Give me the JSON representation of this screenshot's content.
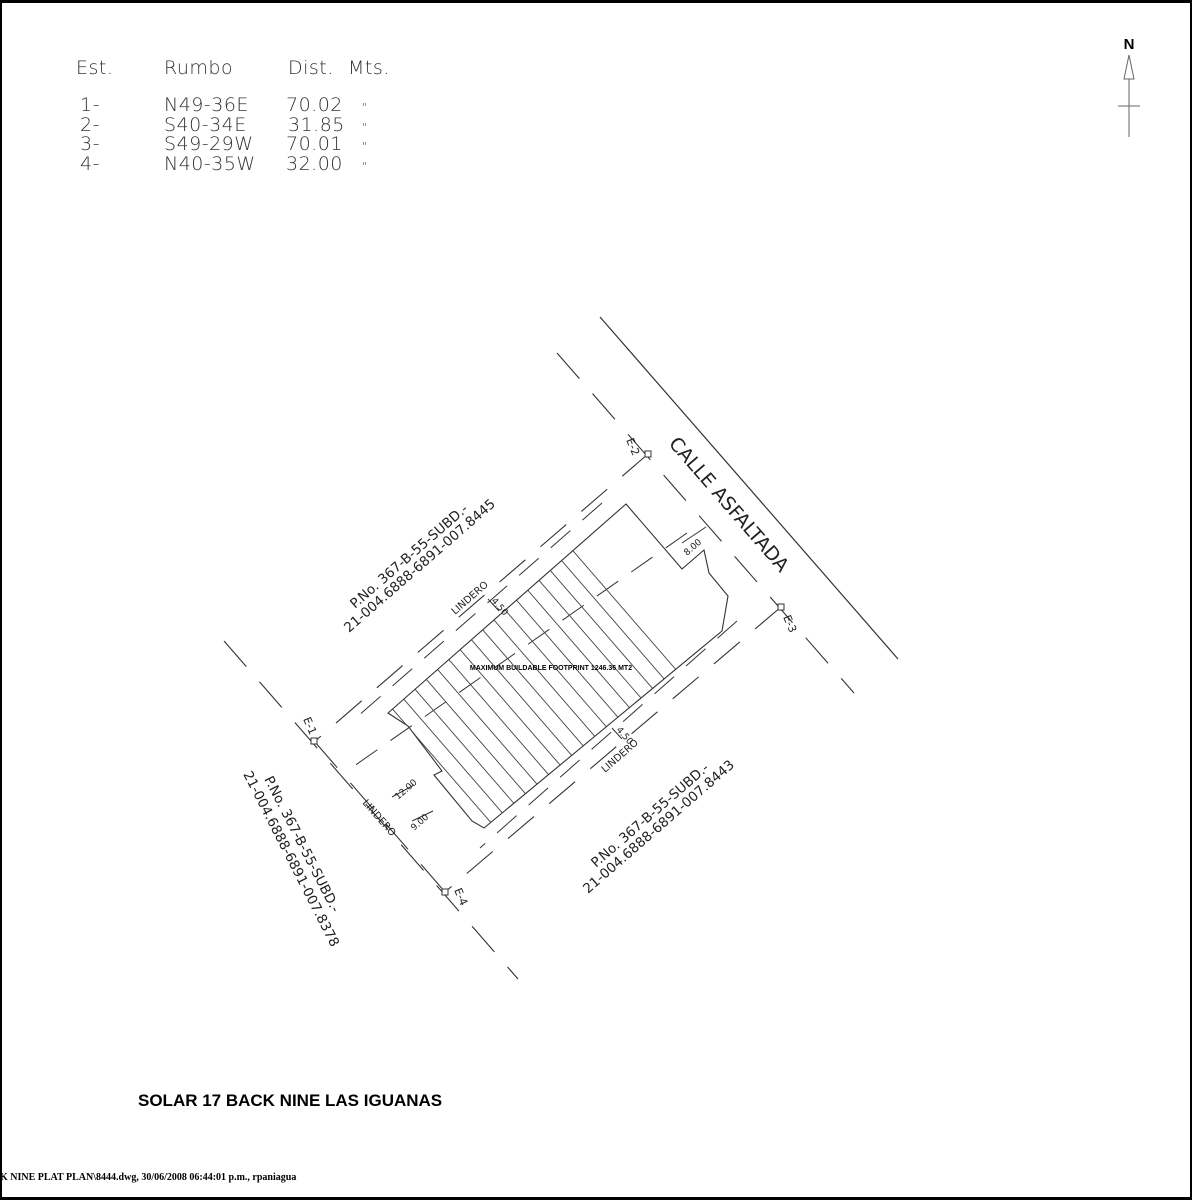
{
  "table": {
    "headers": [
      "Est.",
      "Rumbo",
      "Dist.",
      "Mts."
    ],
    "rows": [
      {
        "est": "1-",
        "rumbo": "N49-36E",
        "dist": "70.02",
        "mark": "\""
      },
      {
        "est": "2-",
        "rumbo": "S40-34E",
        "dist": "31.85",
        "mark": "\""
      },
      {
        "est": "3-",
        "rumbo": "S49-29W",
        "dist": "70.01",
        "mark": "\""
      },
      {
        "est": "4-",
        "rumbo": "N40-35W",
        "dist": "32.00",
        "mark": "\""
      }
    ]
  },
  "north_arrow": {
    "label": "N"
  },
  "street": {
    "name": "CALLE ASFALTADA"
  },
  "stations": {
    "e1": "E-1",
    "e2": "E-2",
    "e3": "E-3",
    "e4": "E-4"
  },
  "neighbors": {
    "nw": {
      "line1": "P.No. 367-B-55-SUBD.-",
      "line2": "21-004.6888-6891-007.8445"
    },
    "sw": {
      "line1": "P.No. 367-B-55-SUBD.-",
      "line2": "21-004.6888-6891-007.8378"
    },
    "se": {
      "line1": "P.No. 367-B-55-SUBD.-",
      "line2": "21-004.6888-6891-007.8443"
    }
  },
  "setbacks": {
    "lindero": "LINDERO",
    "front": "8.00",
    "side_nw": "4.50",
    "side_se": "4.50",
    "rear_a": "12.00",
    "rear_b": "9.00"
  },
  "footprint_label": "MAXIMUM BUILDABLE FOOTPRINT 1246.36 MT2",
  "sheet_title": "SOLAR 17 BACK NINE LAS IGUANAS",
  "footer": "K NINE PLAT PLAN\\8444.dwg, 30/06/2008 06:44:01 p.m., rpaniagua"
}
